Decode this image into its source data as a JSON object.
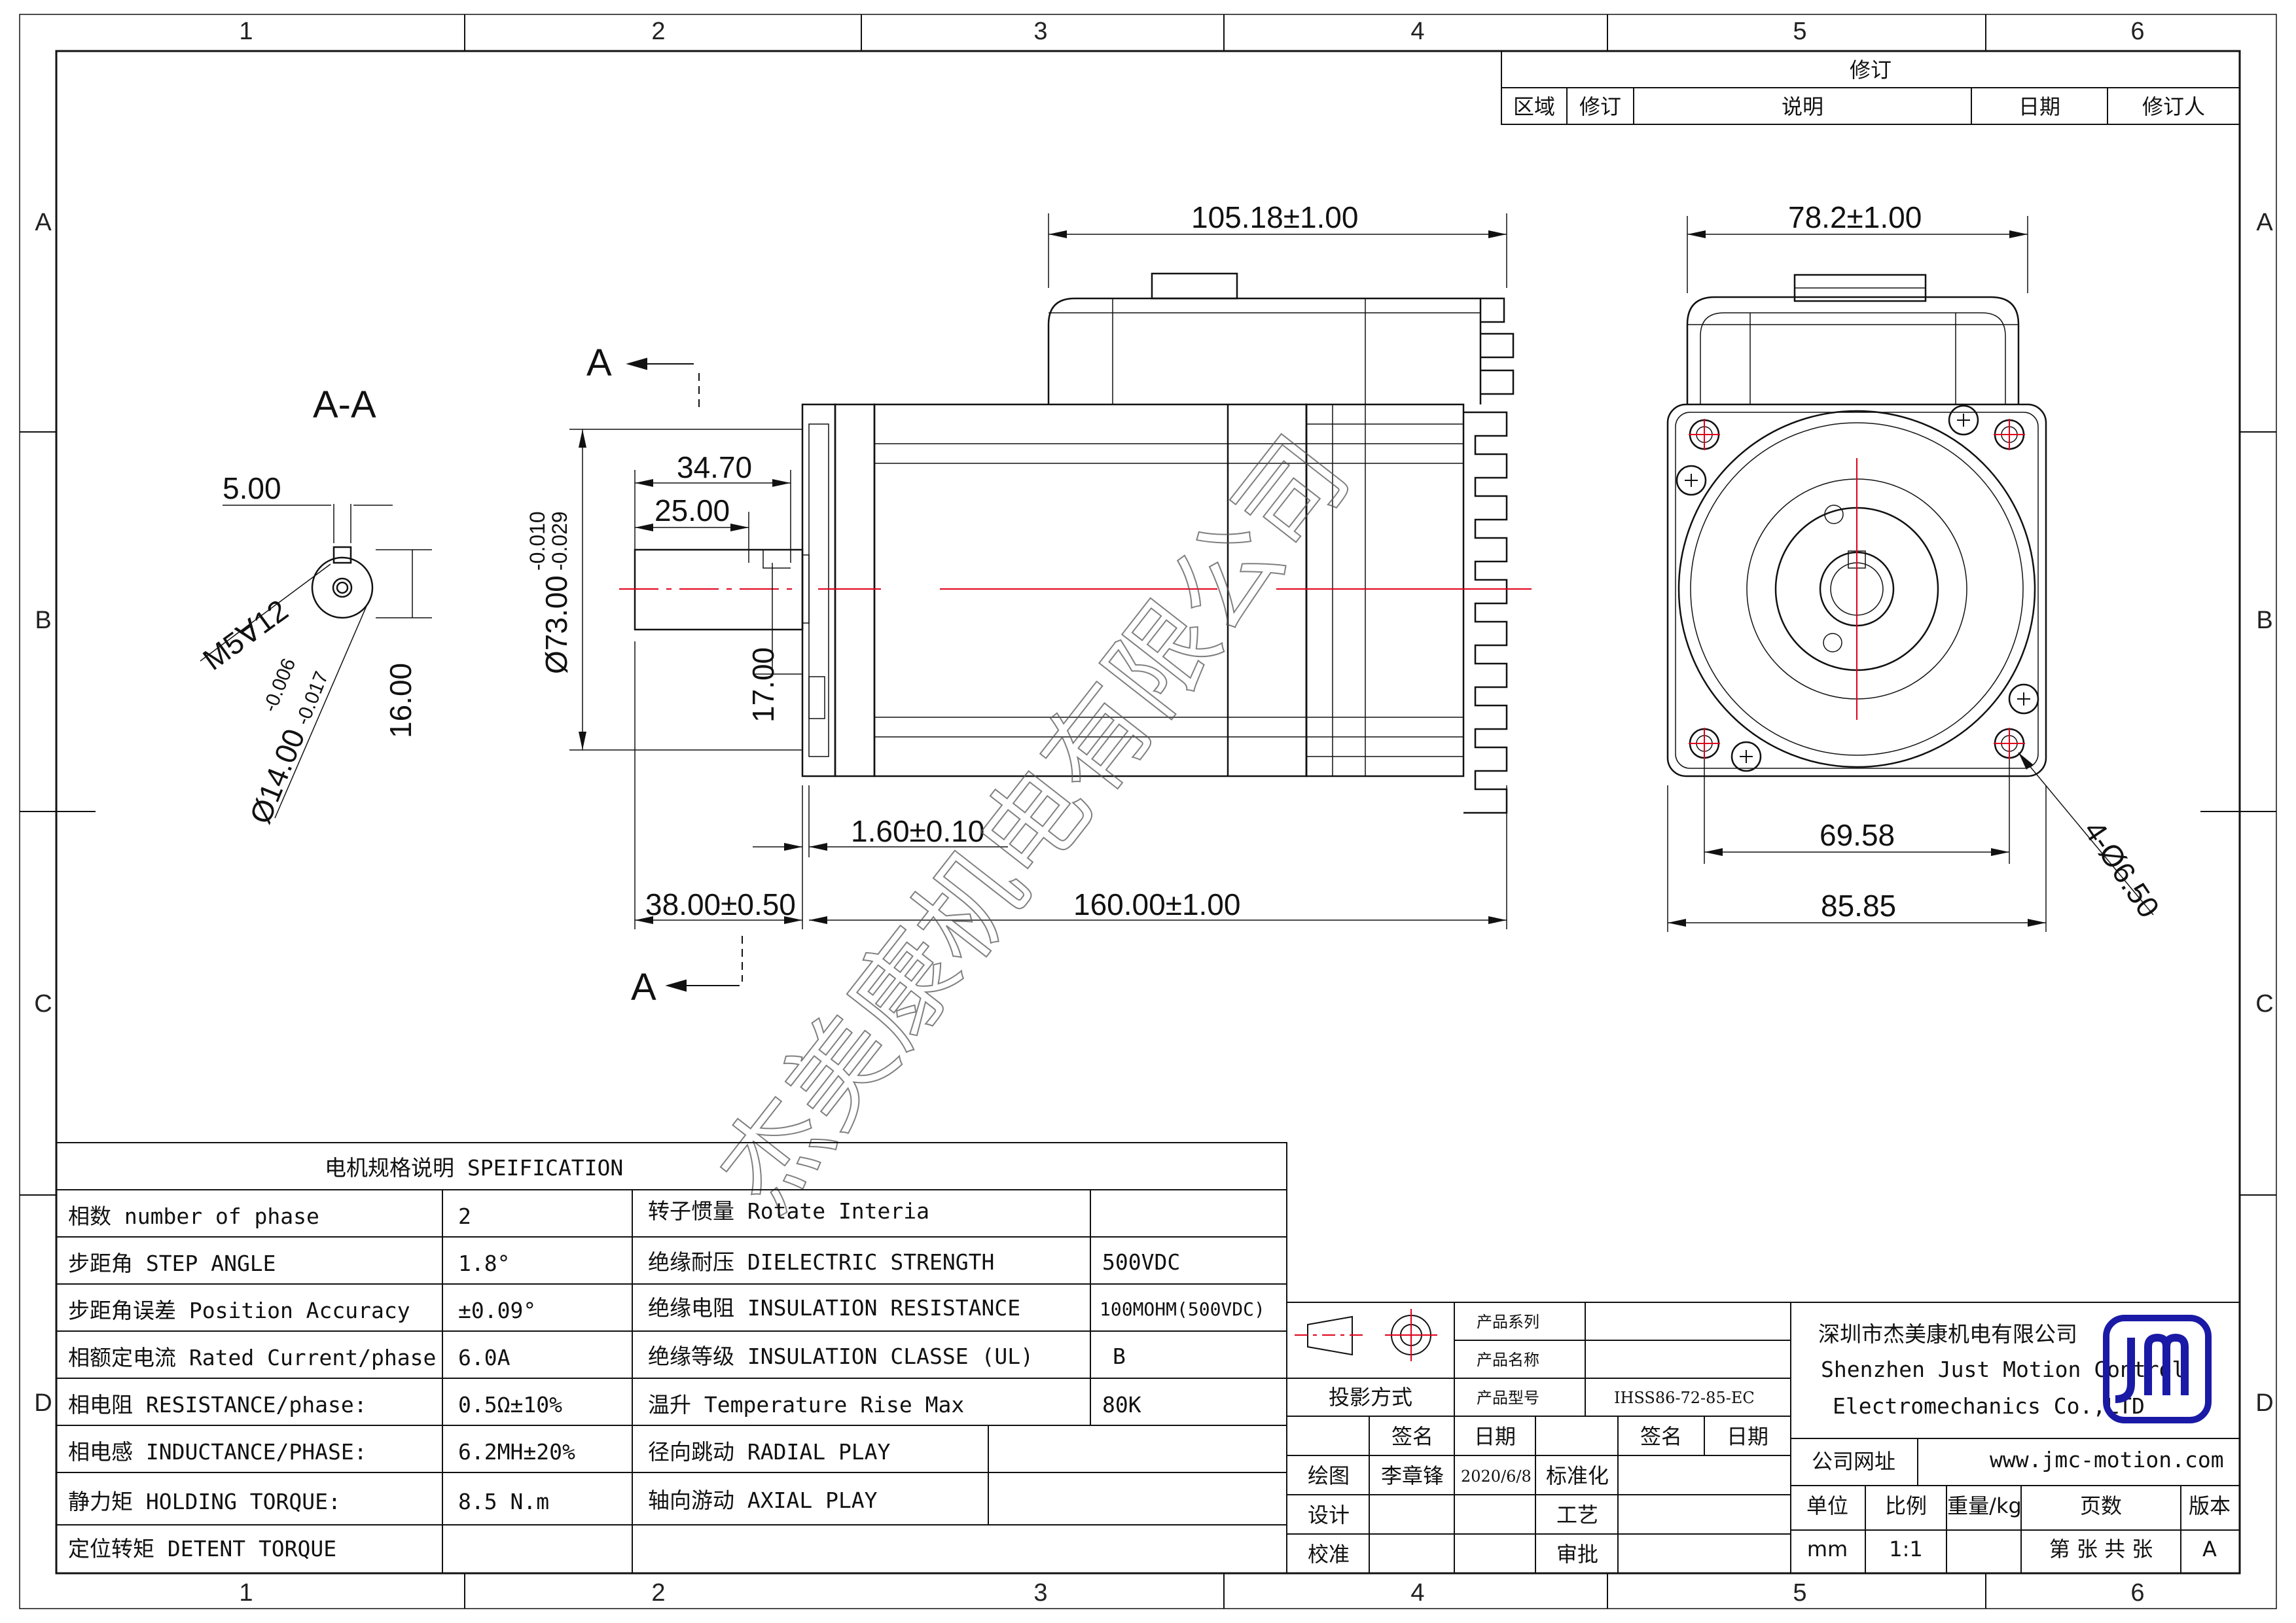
{
  "grid": {
    "columns": [
      "1",
      "2",
      "3",
      "4",
      "5",
      "6"
    ],
    "rows": [
      "A",
      "B",
      "C",
      "D"
    ]
  },
  "revision_table": {
    "title": "修订",
    "headers": [
      "区域",
      "修订",
      "说明",
      "日期",
      "修订人"
    ]
  },
  "views": {
    "section_title": "A-A",
    "section_letter": "A"
  },
  "dimensions": {
    "section_key_width": "5.00",
    "section_thread": "M5∀12",
    "section_shaft_diameter": "Ø14.00",
    "section_shaft_tol_upper": "-0.006",
    "section_shaft_tol_lower": "-0.017",
    "section_key_height": "16.00",
    "pilot_diameter": "Ø73.00",
    "pilot_tol_upper": "-0.010",
    "pilot_tol_lower": "-0.029",
    "key_length": "34.70",
    "key_length_inner": "25.00",
    "shaft_height": "17.00",
    "flange_thickness": "1.60±0.10",
    "shaft_length": "38.00±0.50",
    "body_length": "160.00±1.00",
    "driver_length": "105.18±1.00",
    "end_driver_width": "78.2±1.00",
    "bolt_spacing": "69.58",
    "flange_square": "85.85",
    "hole_callout": "4-Ø6.50"
  },
  "spec_table": {
    "title": "电机规格说明 SPEIFICATION",
    "left_rows": [
      {
        "label": "相数 number of phase",
        "value": "2"
      },
      {
        "label": "步距角 STEP ANGLE",
        "value": "1.8°"
      },
      {
        "label": "步距角误差 Position Accuracy",
        "value": "±0.09°"
      },
      {
        "label": "相额定电流 Rated Current/phase",
        "value": "6.0A"
      },
      {
        "label": "相电阻 RESISTANCE/phase:",
        "value": "0.5Ω±10%"
      },
      {
        "label": "相电感 INDUCTANCE/PHASE:",
        "value": "6.2MH±20%"
      },
      {
        "label": "静力矩 HOLDING TORQUE:",
        "value": "8.5 N.m"
      },
      {
        "label": "定位转矩 DETENT TORQUE",
        "value": ""
      }
    ],
    "right_rows": [
      {
        "label": "转子惯量 Rotate Interia",
        "value": ""
      },
      {
        "label": "绝缘耐压 DIELECTRIC STRENGTH",
        "value": "500VDC"
      },
      {
        "label": "绝缘电阻 INSULATION RESISTANCE",
        "value": "100MOHM(500VDC)"
      },
      {
        "label": "绝缘等级 INSULATION CLASSE (UL)",
        "value": "B"
      },
      {
        "label": "温升 Temperature Rise Max",
        "value": "80K"
      },
      {
        "label": "径向跳动 RADIAL PLAY",
        "value": ""
      },
      {
        "label": "轴向游动 AXIAL PLAY",
        "value": ""
      }
    ]
  },
  "title_block": {
    "product_series_label": "产品系列",
    "product_name_label": "产品名称",
    "product_model_label": "产品型号",
    "product_model": "IHSS86-72-85-EC",
    "projection_label": "投影方式",
    "sign_label": "签名",
    "date_label": "日期",
    "drawn_label": "绘图",
    "drawn_by": "李章锋",
    "drawn_date": "2020/6/8",
    "standard_label": "标准化",
    "design_label": "设计",
    "process_label": "工艺",
    "check_label": "校准",
    "approve_label": "审批",
    "company_cn": "深圳市杰美康机电有限公司",
    "company_en_line1": "Shenzhen Just Motion Control",
    "company_en_line2": "Electromechanics Co.,LTD",
    "website_label": "公司网址",
    "website": "www.jmc-motion.com",
    "unit_label": "单位",
    "scale_label": "比例",
    "weight_label": "重量/kg",
    "pages_label": "页数",
    "version_label": "版本",
    "unit": "mm",
    "scale": "1:1",
    "pages_text": "第 张 共 张",
    "version": "A"
  },
  "watermark": "杰美康机电有限公司",
  "colors": {
    "line": "#111111",
    "center_line": "#e0001a",
    "logo_blue": "#1a1aa6"
  }
}
